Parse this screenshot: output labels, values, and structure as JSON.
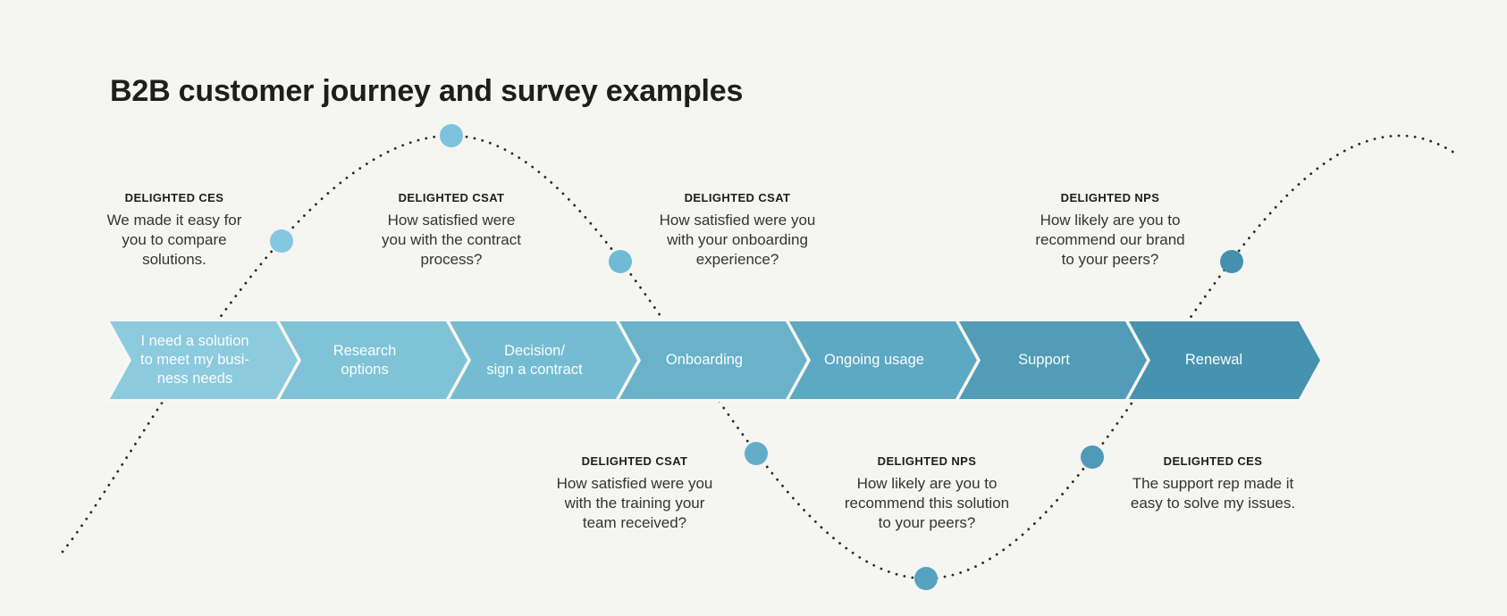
{
  "title": "B2B customer journey and survey examples",
  "colors": {
    "background": "#f5f5f2",
    "curve": "#2a2a26",
    "stage_text": "#fafdfe",
    "tag_text": "#1d1d1b",
    "body_text": "#343431"
  },
  "stages": [
    {
      "lines": [
        "I need a solution",
        "to meet my busi-",
        "ness needs"
      ],
      "color": "#8ccade"
    },
    {
      "lines": [
        "Research",
        "options"
      ],
      "color": "#80c3d7"
    },
    {
      "lines": [
        "Decision/",
        "sign a contract"
      ],
      "color": "#75bcd2"
    },
    {
      "lines": [
        "Onboarding"
      ],
      "color": "#69b2ca"
    },
    {
      "lines": [
        "Ongoing usage"
      ],
      "color": "#5da8c2"
    },
    {
      "lines": [
        "Support"
      ],
      "color": "#529cb8"
    },
    {
      "lines": [
        "Renewal"
      ],
      "color": "#4792ae"
    }
  ],
  "surveys": {
    "top": [
      {
        "tag": "DELIGHTED CES",
        "question": "We made it easy for you to compare solutions."
      },
      {
        "tag": "DELIGHTED CSAT",
        "question": "How satisfied were you with the contract process?"
      },
      {
        "tag": "DELIGHTED CSAT",
        "question": "How satisfied were you with your onboarding experience?"
      },
      {
        "tag": "DELIGHTED NPS",
        "question": "How likely are you to recommend our brand to your peers?"
      }
    ],
    "bottom": [
      {
        "tag": "DELIGHTED CSAT",
        "question": "How satisfied were you with the training your team received?"
      },
      {
        "tag": "DELIGHTED NPS",
        "question": "How likely are you to recommend this solution to your peers?"
      },
      {
        "tag": "DELIGHTED CES",
        "question": "The support rep made it easy to solve my issues."
      }
    ]
  },
  "dots": [
    "#85c7e0",
    "#7cc2dc",
    "#71bad5",
    "#64adc9",
    "#57a2c0",
    "#4f9ab8",
    "#4590ae"
  ]
}
